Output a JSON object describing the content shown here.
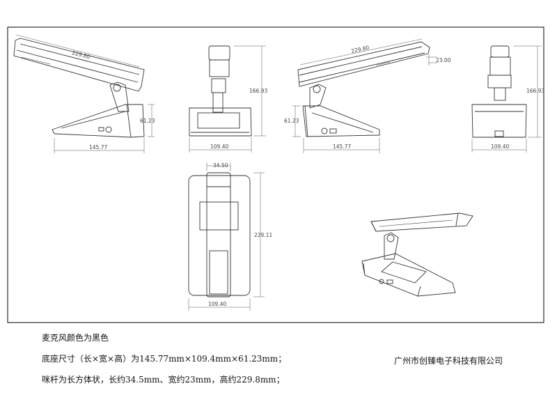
{
  "colors": {
    "line": "#333333",
    "dim_line": "#555555",
    "frame": "#000000",
    "paper": "#ffffff"
  },
  "dimensions": {
    "front_bar_length": "229.80",
    "front_base_length": "145.77",
    "front_base_height": "61.23",
    "side_total_height": "166.93",
    "side_base_width": "109.40",
    "rear_bar_length": "229.80",
    "rear_bar_height": "23.00",
    "rear_base_height": "61.23",
    "rear_base_length": "145.77",
    "side2_total_height": "166.93",
    "side2_base_width": "109.40",
    "top_bar_width": "34.50",
    "top_total_length": "229.11",
    "top_base_width": "109.40"
  },
  "notes": {
    "line1": "麦克风颜色为黑色",
    "line2": "底座尺寸（长×宽×高）为145.77mm×109.4mm×61.23mm；",
    "line3": "咪杆为长方体状，长约34.5mm、宽约23mm，高约229.8mm；"
  },
  "company": "广州市创臻电子科技有限公司"
}
